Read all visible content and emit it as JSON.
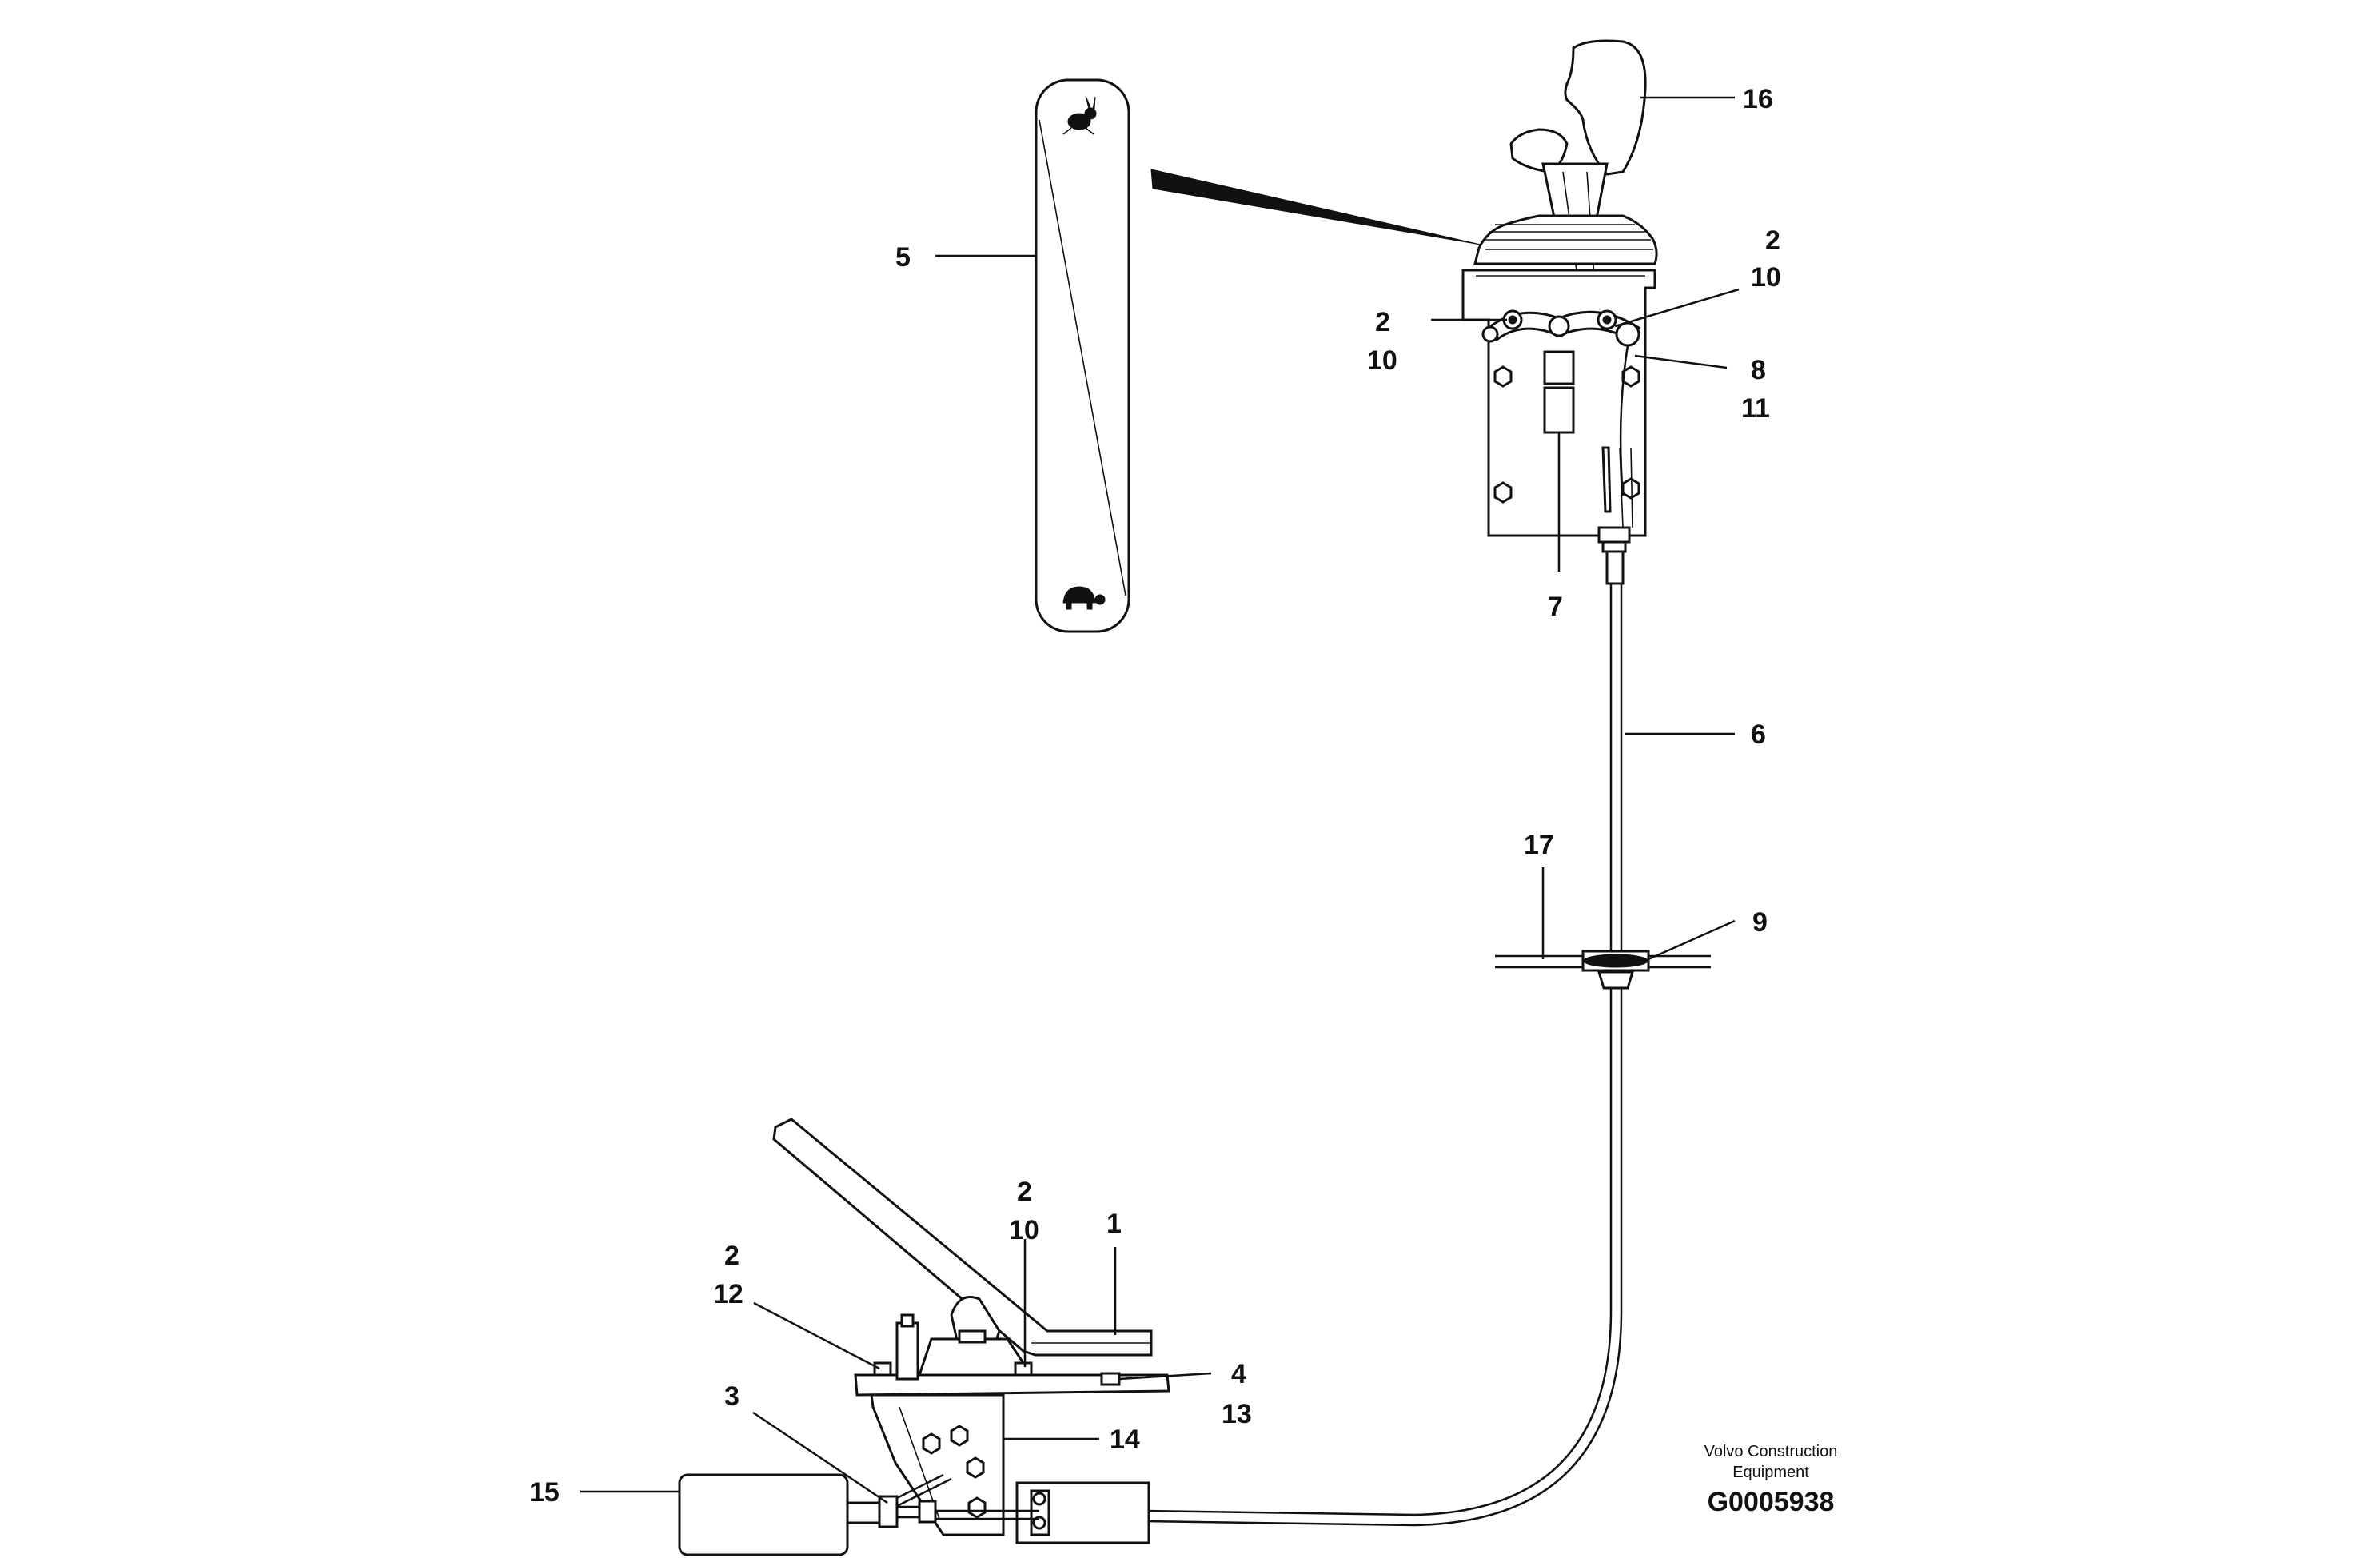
{
  "diagram": {
    "labels": [
      {
        "id": "16",
        "text": "16"
      },
      {
        "id": "2a",
        "text": "2"
      },
      {
        "id": "10a",
        "text": "10"
      },
      {
        "id": "2b",
        "text": "2"
      },
      {
        "id": "10b",
        "text": "10"
      },
      {
        "id": "8",
        "text": "8"
      },
      {
        "id": "11",
        "text": "11"
      },
      {
        "id": "5",
        "text": "5"
      },
      {
        "id": "7",
        "text": "7"
      },
      {
        "id": "6",
        "text": "6"
      },
      {
        "id": "17",
        "text": "17"
      },
      {
        "id": "9",
        "text": "9"
      },
      {
        "id": "2c",
        "text": "2"
      },
      {
        "id": "10c",
        "text": "10"
      },
      {
        "id": "1",
        "text": "1"
      },
      {
        "id": "2d",
        "text": "2"
      },
      {
        "id": "12",
        "text": "12"
      },
      {
        "id": "4",
        "text": "4"
      },
      {
        "id": "13",
        "text": "13"
      },
      {
        "id": "3",
        "text": "3"
      },
      {
        "id": "14",
        "text": "14"
      },
      {
        "id": "15",
        "text": "15"
      }
    ],
    "credit_line1": "Volvo Construction",
    "credit_line2": "Equipment",
    "drawing_code": "G0005938",
    "icons": [
      "rabbit-icon",
      "turtle-icon"
    ]
  }
}
